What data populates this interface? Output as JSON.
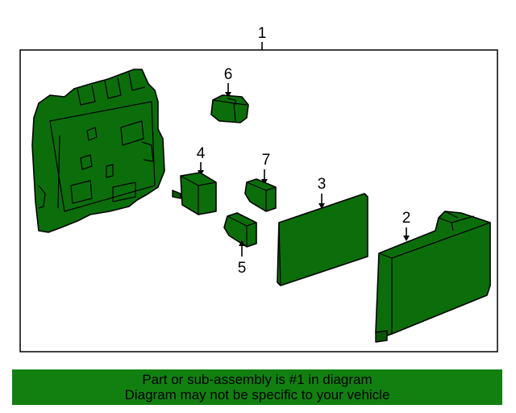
{
  "diagram": {
    "callouts": [
      "1",
      "2",
      "3",
      "4",
      "5",
      "6",
      "7"
    ]
  },
  "banner": {
    "line1": "Part or sub-assembly is #1 in diagram",
    "line2": "Diagram may not be specific to your vehicle"
  },
  "colors": {
    "part_fill": "#0b6e0b",
    "banner_background": "#118011",
    "frame": "#000000"
  }
}
